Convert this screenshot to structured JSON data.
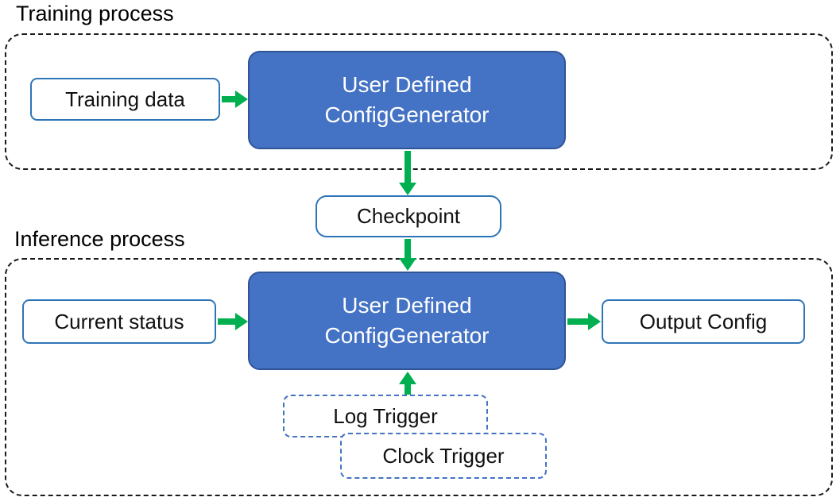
{
  "colors": {
    "box-fill": "#4472C4",
    "box-fill-border": "#2F5597",
    "box-border": "#2E75B6",
    "trigger-border": "#4472C4",
    "arrow-green": "#00B050",
    "container-border": "#1a1a1a"
  },
  "training": {
    "label": "Training process",
    "input_box": "Training data",
    "generator": {
      "line1": "User Defined",
      "line2": "ConfigGenerator"
    }
  },
  "checkpoint": {
    "label": "Checkpoint"
  },
  "inference": {
    "label": "Inference process",
    "input_box": "Current status",
    "generator": {
      "line1": "User Defined",
      "line2": "ConfigGenerator"
    },
    "output_box": "Output Config",
    "log_trigger": "Log Trigger",
    "clock_trigger": "Clock Trigger"
  }
}
